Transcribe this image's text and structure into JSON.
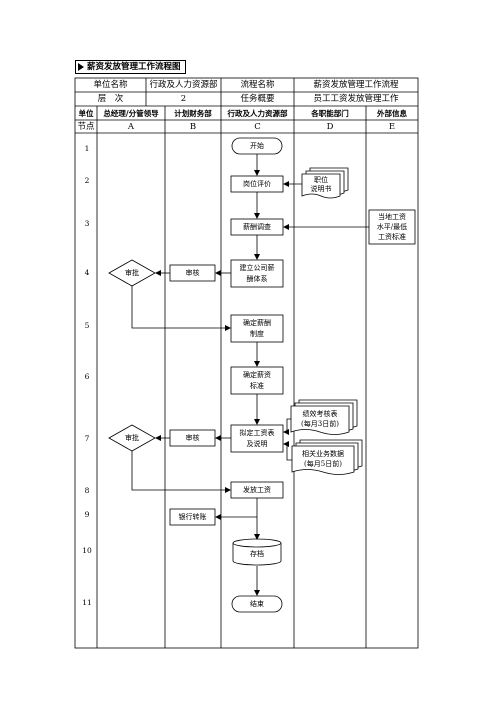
{
  "title": "薪资发放管理工作流程图",
  "info": {
    "unit_label": "单位名称",
    "unit_value": "行政及人力资源部",
    "process_label": "流程名称",
    "process_value": "薪资发放管理工作流程",
    "level_label": "层　次",
    "level_value": "2",
    "summary_label": "任务概要",
    "summary_value": "员工工资发放管理工作"
  },
  "columns": {
    "unit_label": "单位",
    "node_label": "节点",
    "headers": [
      "总经理/分管领导",
      "计划财务部",
      "行政及人力资源部",
      "各职能部门",
      "外部信息"
    ],
    "letters": [
      "A",
      "B",
      "C",
      "D",
      "E"
    ]
  },
  "rows": [
    "1",
    "2",
    "3",
    "4",
    "5",
    "6",
    "7",
    "8",
    "9",
    "10",
    "11"
  ],
  "nodes": {
    "start": "开始",
    "job_eval": "岗位评价",
    "job_desc": [
      "职位",
      "说明书"
    ],
    "salary_survey": "薪酬调查",
    "external_info": [
      "当地工资",
      "水平/最低",
      "工资标准"
    ],
    "establish": [
      "建立公司薪",
      "酬体系"
    ],
    "review_b1": "审核",
    "approve_a1": "审批",
    "define_system": [
      "确定薪酬",
      "制度"
    ],
    "define_standard": [
      "确定薪资",
      "标准"
    ],
    "perf_sheet": [
      "绩效考核表",
      "(每月3日前)"
    ],
    "biz_data": [
      "相关业务数据",
      "(每月5日前)"
    ],
    "make_table": [
      "拟定工资表",
      "及说明"
    ],
    "review_b2": "审核",
    "approve_a2": "审批",
    "pay": "发放工资",
    "bank": "银行转账",
    "archive": "存档",
    "end": "结束"
  }
}
